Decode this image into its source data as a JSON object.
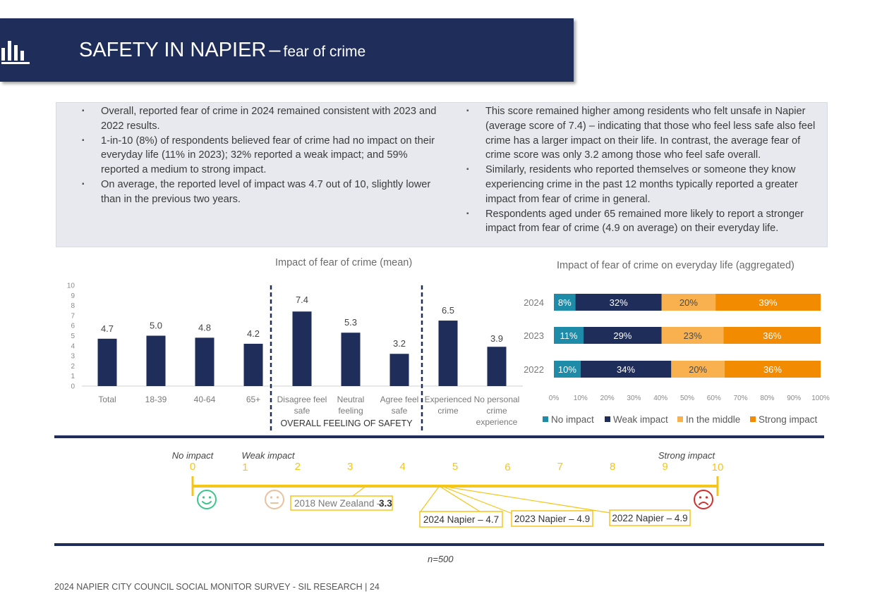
{
  "header": {
    "title": "SAFETY IN NAPIER",
    "dash": "–",
    "subtitle": "fear of crime",
    "icon": "bar-chart-icon"
  },
  "summary": {
    "left_bullets": [
      "Overall, reported fear of crime in 2024 remained consistent with 2023 and 2022 results.",
      "1-in-10 (8%) of respondents believed fear of crime had no impact on their everyday life (11% in 2023); 32% reported a weak impact; and 59% reported a medium to strong impact.",
      "On average, the reported level of impact was 4.7 out of 10, slightly lower than in the previous two years."
    ],
    "right_bullets": [
      "This score remained higher among residents who felt unsafe in Napier (average score of 7.4) – indicating that those who feel less safe also feel crime has a larger impact on their life. In contrast, the average fear of crime score was only 3.2 among those who feel safe overall.",
      "Similarly, residents who reported themselves or someone they know experiencing crime in the past 12 months typically reported a greater impact from fear of crime in general.",
      "Respondents aged under 65 remained more likely to report a stronger impact from fear of crime (4.9 on average) on their everyday life."
    ]
  },
  "chart_data": [
    {
      "type": "bar",
      "title": "Impact of fear of crime (mean)",
      "categories": [
        [
          "Total"
        ],
        [
          "18-39"
        ],
        [
          "40-64"
        ],
        [
          "65+"
        ],
        [
          "Disagree feel",
          "safe"
        ],
        [
          "Neutral",
          "feeling"
        ],
        [
          "Agree feel",
          "safe"
        ],
        [
          "Experienced",
          "crime"
        ],
        [
          "No personal",
          "crime",
          "experience"
        ]
      ],
      "values": [
        4.7,
        5.0,
        4.8,
        4.2,
        7.4,
        5.3,
        3.2,
        6.5,
        3.9
      ],
      "value_labels": [
        "4.7",
        "5.0",
        "4.8",
        "4.2",
        "7.4",
        "5.3",
        "3.2",
        "6.5",
        "3.9"
      ],
      "ylim": [
        0,
        10
      ],
      "yticks": [
        "0",
        "1",
        "2",
        "3",
        "4",
        "5",
        "6",
        "7",
        "8",
        "9",
        "10"
      ],
      "group_label": "OVERALL FEELING OF SAFETY",
      "bar_color": "#1f2d5a"
    },
    {
      "type": "bar",
      "orientation": "horizontal",
      "stacked": true,
      "title": "Impact of fear of crime on everyday life (aggregated)",
      "categories": [
        "2024",
        "2023",
        "2022"
      ],
      "series": [
        {
          "name": "No impact",
          "color": "#1e8ba8",
          "values": [
            8,
            11,
            10
          ],
          "labels": [
            "8%",
            "11%",
            "10%"
          ]
        },
        {
          "name": "Weak impact",
          "color": "#1f2d5a",
          "values": [
            32,
            29,
            34
          ],
          "labels": [
            "32%",
            "29%",
            "34%"
          ]
        },
        {
          "name": "In the middle",
          "color": "#f9b04f",
          "values": [
            20,
            23,
            20
          ],
          "labels": [
            "20%",
            "23%",
            "20%"
          ]
        },
        {
          "name": "Strong impact",
          "color": "#f28b00",
          "values": [
            39,
            36,
            36
          ],
          "labels": [
            "39%",
            "36%",
            "36%"
          ]
        }
      ],
      "xticks": [
        "0%",
        "10%",
        "20%",
        "30%",
        "40%",
        "50%",
        "60%",
        "70%",
        "80%",
        "90%",
        "100%"
      ],
      "xlim": [
        0,
        100
      ],
      "legend": "bottom"
    },
    {
      "type": "scale",
      "range": [
        0,
        10
      ],
      "ticks": [
        "0",
        "1",
        "2",
        "3",
        "4",
        "5",
        "6",
        "7",
        "8",
        "9",
        "10"
      ],
      "end_labels": {
        "low": "No impact",
        "weak": "Weak impact",
        "high": "Strong impact"
      },
      "markers": [
        {
          "label": "2018 New Zealand",
          "sep": " – ",
          "value_label": "3.3",
          "value": 3.3
        },
        {
          "label": "2024 Napier – 4.7",
          "value": 4.7
        },
        {
          "label": "2023 Napier – 4.9",
          "value": 4.9
        },
        {
          "label": "2022 Napier – 4.9",
          "value": 4.9
        }
      ],
      "scale_color": "#f5c518"
    }
  ],
  "sample_note": "n=500",
  "footer": "2024 NAPIER CITY COUNCIL SOCIAL MONITOR SURVEY - SIL RESEARCH | 24"
}
